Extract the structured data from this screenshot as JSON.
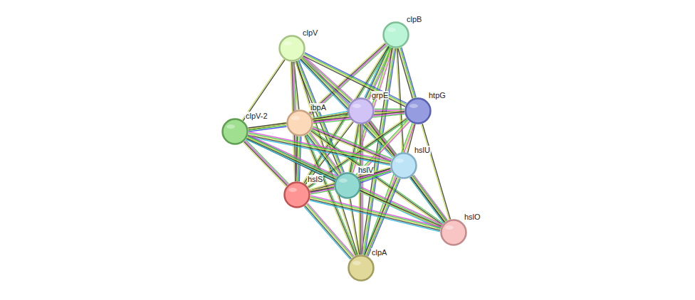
{
  "diagram": {
    "nodes": [
      {
        "text": [
          "clpB"
        ]
      },
      {
        "text": [
          "clpV"
        ]
      },
      {
        "text": [
          "grpE"
        ]
      },
      {
        "text": [
          "htpG"
        ]
      },
      {
        "text": [
          "ibpA"
        ]
      },
      {
        "text": [
          "clpV-2"
        ]
      },
      {
        "text": [
          "hslU"
        ]
      },
      {
        "text": [
          "hslV"
        ]
      },
      {
        "text": [
          "hslS"
        ]
      },
      {
        "text": [
          "hslO"
        ]
      },
      {
        "text": [
          "clpA"
        ]
      }
    ],
    "edges": [
      {
        "from": 0,
        "to": 2,
        "arrow": "none"
      },
      {
        "from": 0,
        "to": 3,
        "arrow": "none"
      },
      {
        "from": 0,
        "to": 4,
        "arrow": "none"
      },
      {
        "from": 0,
        "to": 6,
        "arrow": "none"
      },
      {
        "from": 0,
        "to": 7,
        "arrow": "none"
      },
      {
        "from": 0,
        "to": 8,
        "arrow": "none"
      },
      {
        "from": 0,
        "to": 10,
        "arrow": "none"
      },
      {
        "from": 1,
        "to": 5,
        "arrow": "none"
      },
      {
        "from": 1,
        "to": 4,
        "arrow": "none"
      },
      {
        "from": 1,
        "to": 2,
        "arrow": "none"
      },
      {
        "from": 1,
        "to": 3,
        "arrow": "none"
      },
      {
        "from": 1,
        "to": 6,
        "arrow": "none"
      },
      {
        "from": 1,
        "to": 7,
        "arrow": "none"
      },
      {
        "from": 1,
        "to": 8,
        "arrow": "none"
      },
      {
        "from": 1,
        "to": 10,
        "arrow": "none"
      },
      {
        "from": 2,
        "to": 3,
        "arrow": "none"
      },
      {
        "from": 2,
        "to": 4,
        "arrow": "none"
      },
      {
        "from": 2,
        "to": 6,
        "arrow": "none"
      },
      {
        "from": 2,
        "to": 7,
        "arrow": "none"
      },
      {
        "from": 2,
        "to": 8,
        "arrow": "none"
      },
      {
        "from": 2,
        "to": 10,
        "arrow": "none"
      },
      {
        "from": 2,
        "to": 9,
        "arrow": "none"
      },
      {
        "from": 2,
        "to": 5,
        "arrow": "none"
      },
      {
        "from": 3,
        "to": 4,
        "arrow": "none"
      },
      {
        "from": 3,
        "to": 6,
        "arrow": "none"
      },
      {
        "from": 3,
        "to": 7,
        "arrow": "none"
      },
      {
        "from": 3,
        "to": 8,
        "arrow": "none"
      },
      {
        "from": 3,
        "to": 9,
        "arrow": "none"
      },
      {
        "from": 3,
        "to": 10,
        "arrow": "none"
      },
      {
        "from": 4,
        "to": 5,
        "arrow": "none"
      },
      {
        "from": 4,
        "to": 6,
        "arrow": "none"
      },
      {
        "from": 4,
        "to": 7,
        "arrow": "none"
      },
      {
        "from": 4,
        "to": 8,
        "arrow": "none"
      },
      {
        "from": 4,
        "to": 10,
        "arrow": "none"
      },
      {
        "from": 4,
        "to": 9,
        "arrow": "none"
      },
      {
        "from": 5,
        "to": 6,
        "arrow": "none"
      },
      {
        "from": 5,
        "to": 7,
        "arrow": "none"
      },
      {
        "from": 5,
        "to": 8,
        "arrow": "none"
      },
      {
        "from": 5,
        "to": 9,
        "arrow": "none"
      },
      {
        "from": 6,
        "to": 7,
        "arrow": "none"
      },
      {
        "from": 6,
        "to": 8,
        "arrow": "none"
      },
      {
        "from": 6,
        "to": 9,
        "arrow": "none"
      },
      {
        "from": 6,
        "to": 10,
        "arrow": "none"
      },
      {
        "from": 7,
        "to": 8,
        "arrow": "none"
      },
      {
        "from": 7,
        "to": 10,
        "arrow": "none"
      },
      {
        "from": 7,
        "to": 9,
        "arrow": "none"
      },
      {
        "from": 8,
        "to": 10,
        "arrow": "none"
      },
      {
        "from": 8,
        "to": 9,
        "arrow": "none"
      }
    ]
  }
}
